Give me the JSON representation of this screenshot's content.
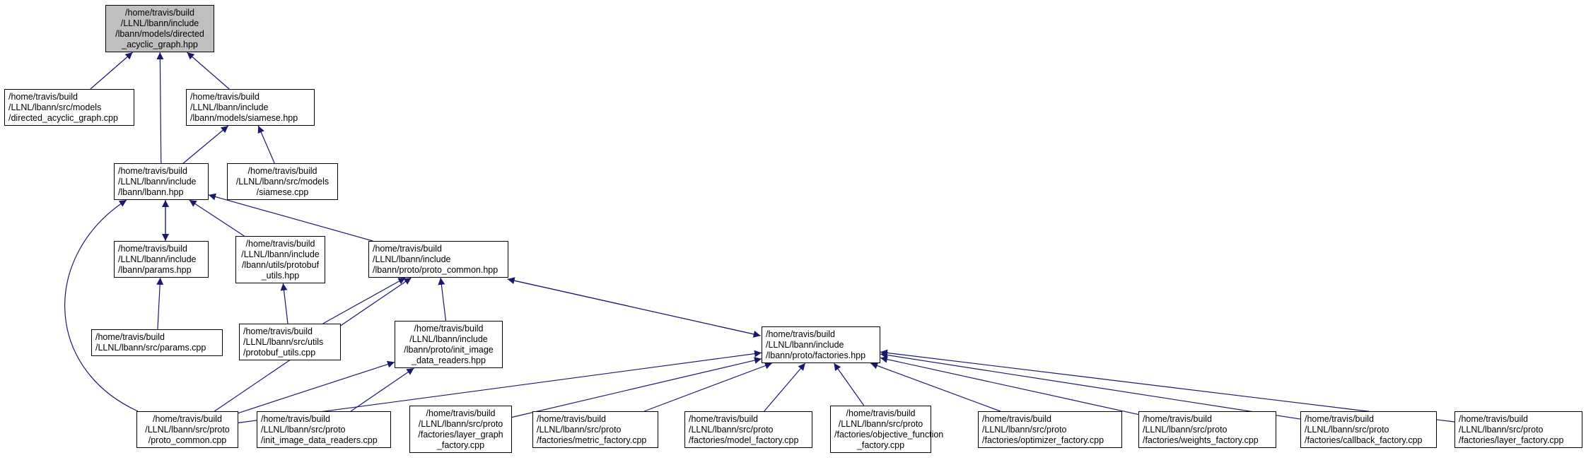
{
  "colors": {
    "edge": "#191970",
    "highlight_fill": "#bfbfbf",
    "node_border": "#000000"
  },
  "nodes": {
    "dag_hpp": {
      "lines": [
        "/home/travis/build",
        "/LLNL/lbann/include",
        "/lbann/models/directed",
        "_acyclic_graph.hpp"
      ],
      "highlight": true
    },
    "dag_cpp": {
      "lines": [
        "/home/travis/build",
        "/LLNL/lbann/src/models",
        "/directed_acyclic_graph.cpp"
      ]
    },
    "siamese_hpp": {
      "lines": [
        "/home/travis/build",
        "/LLNL/lbann/include",
        "/lbann/models/siamese.hpp"
      ]
    },
    "lbann_hpp": {
      "lines": [
        "/home/travis/build",
        "/LLNL/lbann/include",
        "/lbann/lbann.hpp"
      ]
    },
    "siamese_cpp": {
      "lines": [
        "/home/travis/build",
        "/LLNL/lbann/src/models",
        "/siamese.cpp"
      ]
    },
    "params_hpp": {
      "lines": [
        "/home/travis/build",
        "/LLNL/lbann/include",
        "/lbann/params.hpp"
      ]
    },
    "protobuf_utils_hpp": {
      "lines": [
        "/home/travis/build",
        "/LLNL/lbann/include",
        "/lbann/utils/protobuf",
        "_utils.hpp"
      ]
    },
    "proto_common_hpp": {
      "lines": [
        "/home/travis/build",
        "/LLNL/lbann/include",
        "/lbann/proto/proto_common.hpp"
      ]
    },
    "params_cpp": {
      "lines": [
        "/home/travis/build",
        "/LLNL/lbann/src/params.cpp"
      ]
    },
    "protobuf_utils_cpp": {
      "lines": [
        "/home/travis/build",
        "/LLNL/lbann/src/utils",
        "/protobuf_utils.cpp"
      ]
    },
    "init_image_hpp": {
      "lines": [
        "/home/travis/build",
        "/LLNL/lbann/include",
        "/lbann/proto/init_image",
        "_data_readers.hpp"
      ]
    },
    "factories_hpp": {
      "lines": [
        "/home/travis/build",
        "/LLNL/lbann/include",
        "/lbann/proto/factories.hpp"
      ]
    },
    "proto_common_cpp": {
      "lines": [
        "/home/travis/build",
        "/LLNL/lbann/src/proto",
        "/proto_common.cpp"
      ]
    },
    "init_image_cpp": {
      "lines": [
        "/home/travis/build",
        "/LLNL/lbann/src/proto",
        "/init_image_data_readers.cpp"
      ]
    },
    "layer_graph_cpp": {
      "lines": [
        "/home/travis/build",
        "/LLNL/lbann/src/proto",
        "/factories/layer_graph",
        "_factory.cpp"
      ]
    },
    "metric_cpp": {
      "lines": [
        "/home/travis/build",
        "/LLNL/lbann/src/proto",
        "/factories/metric_factory.cpp"
      ]
    },
    "model_cpp": {
      "lines": [
        "/home/travis/build",
        "/LLNL/lbann/src/proto",
        "/factories/model_factory.cpp"
      ]
    },
    "objective_cpp": {
      "lines": [
        "/home/travis/build",
        "/LLNL/lbann/src/proto",
        "/factories/objective_function",
        "_factory.cpp"
      ]
    },
    "optimizer_cpp": {
      "lines": [
        "/home/travis/build",
        "/LLNL/lbann/src/proto",
        "/factories/optimizer_factory.cpp"
      ]
    },
    "weights_cpp": {
      "lines": [
        "/home/travis/build",
        "/LLNL/lbann/src/proto",
        "/factories/weights_factory.cpp"
      ]
    },
    "callback_cpp": {
      "lines": [
        "/home/travis/build",
        "/LLNL/lbann/src/proto",
        "/factories/callback_factory.cpp"
      ]
    },
    "layer_cpp": {
      "lines": [
        "/home/travis/build",
        "/LLNL/lbann/src/proto",
        "/factories/layer_factory.cpp"
      ]
    }
  },
  "edges": [
    [
      "dag_cpp",
      "dag_hpp"
    ],
    [
      "lbann_hpp",
      "dag_hpp"
    ],
    [
      "siamese_hpp",
      "dag_hpp"
    ],
    [
      "lbann_hpp",
      "siamese_hpp"
    ],
    [
      "siamese_cpp",
      "siamese_hpp"
    ],
    [
      "params_hpp",
      "lbann_hpp"
    ],
    [
      "lbann_hpp",
      "params_hpp"
    ],
    [
      "protobuf_utils_hpp",
      "lbann_hpp"
    ],
    [
      "proto_common_hpp",
      "lbann_hpp"
    ],
    [
      "proto_common_cpp",
      "lbann_hpp"
    ],
    [
      "params_cpp",
      "params_hpp"
    ],
    [
      "protobuf_utils_cpp",
      "protobuf_utils_hpp"
    ],
    [
      "protobuf_utils_cpp",
      "proto_common_hpp"
    ],
    [
      "init_image_hpp",
      "proto_common_hpp"
    ],
    [
      "proto_common_cpp",
      "proto_common_hpp"
    ],
    [
      "factories_hpp",
      "proto_common_hpp"
    ],
    [
      "proto_common_hpp",
      "factories_hpp"
    ],
    [
      "proto_common_cpp",
      "init_image_hpp"
    ],
    [
      "init_image_cpp",
      "init_image_hpp"
    ],
    [
      "proto_common_cpp",
      "factories_hpp"
    ],
    [
      "layer_graph_cpp",
      "factories_hpp"
    ],
    [
      "metric_cpp",
      "factories_hpp"
    ],
    [
      "model_cpp",
      "factories_hpp"
    ],
    [
      "objective_cpp",
      "factories_hpp"
    ],
    [
      "optimizer_cpp",
      "factories_hpp"
    ],
    [
      "weights_cpp",
      "factories_hpp"
    ],
    [
      "callback_cpp",
      "factories_hpp"
    ],
    [
      "layer_cpp",
      "factories_hpp"
    ]
  ]
}
